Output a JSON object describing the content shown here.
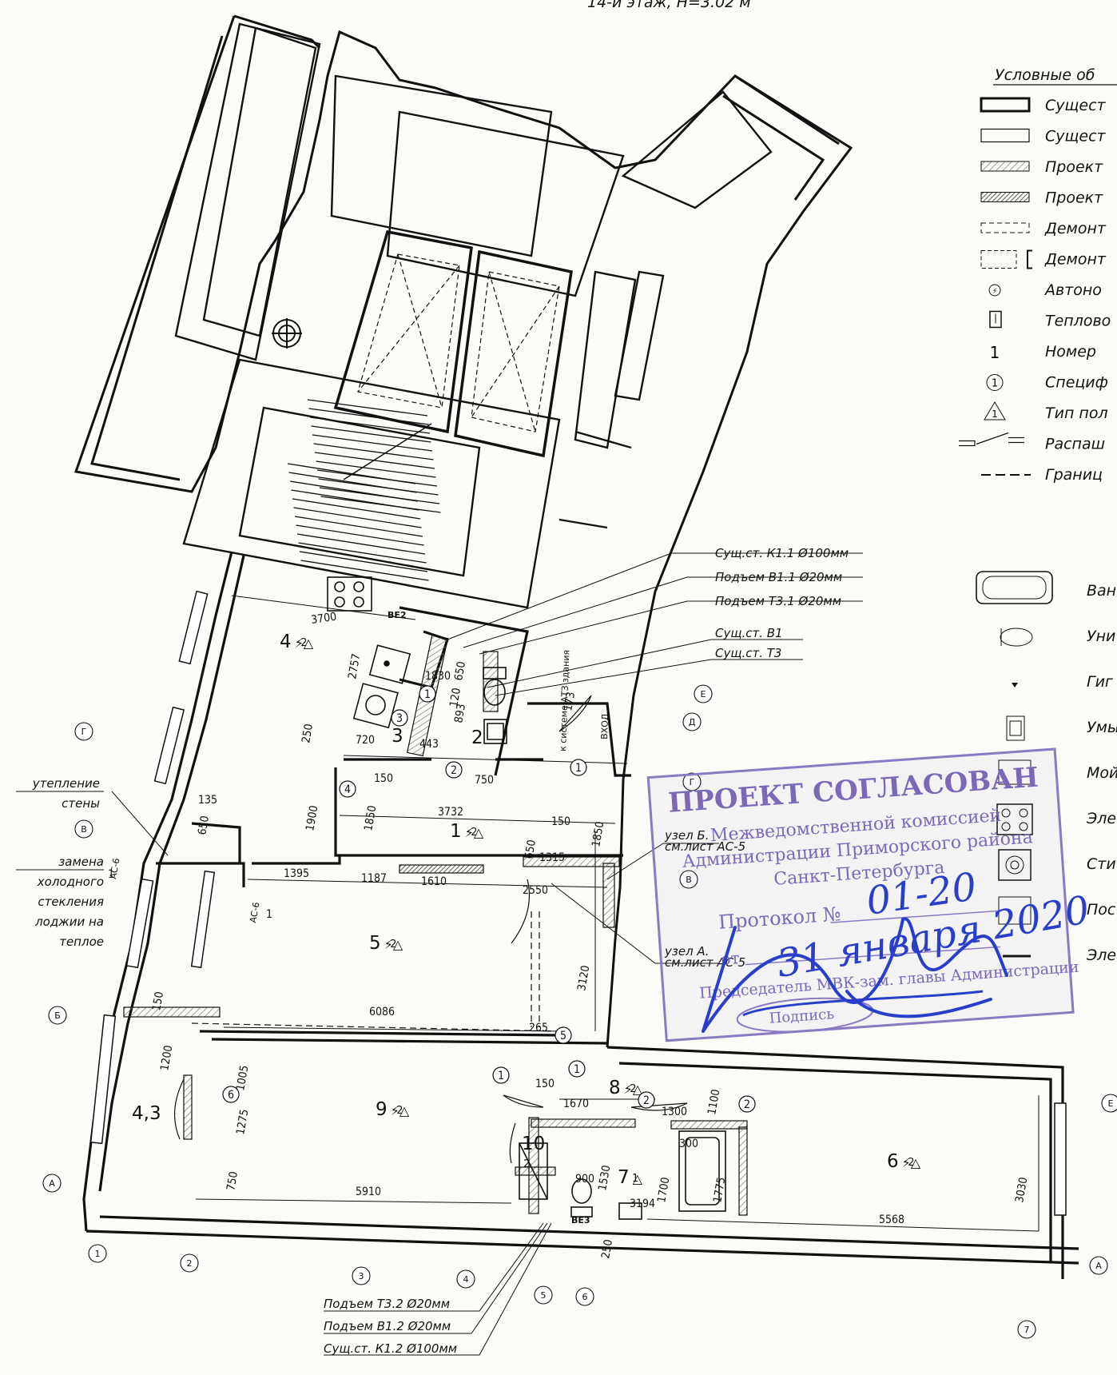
{
  "header": {
    "fragment": "14-й этаж, Н=3.02 м"
  },
  "legend": {
    "title": "Условные об",
    "items": [
      {
        "icon": "thick-rect-icon",
        "label": "Сущест"
      },
      {
        "icon": "thin-rect-icon",
        "label": "Сущест"
      },
      {
        "icon": "hatched-rect-icon",
        "label": "Проект"
      },
      {
        "icon": "dark-hatched-rect-icon",
        "label": "Проект"
      },
      {
        "icon": "dashed-rect-icon",
        "label": "Демонт"
      },
      {
        "icon": "dashed-bracket-icon",
        "label": "Демонт"
      },
      {
        "icon": "detector-icon",
        "label": "Автоно"
      },
      {
        "icon": "thermo-icon",
        "label": "Теплово"
      },
      {
        "icon": "number-icon",
        "label": "Номер",
        "glyph": "1"
      },
      {
        "icon": "circle-number-icon",
        "label": "Специф",
        "glyph": "1"
      },
      {
        "icon": "triangle-icon",
        "label": "Тип пол",
        "glyph": "1"
      },
      {
        "icon": "door-swing-icon",
        "label": "Распаш"
      },
      {
        "icon": "dashed-line-icon",
        "label": "Границ"
      }
    ],
    "fixtures": [
      {
        "icon": "bathtub-icon",
        "label": "Ван"
      },
      {
        "icon": "toilet-icon",
        "label": "Уни"
      },
      {
        "icon": "bidet-icon",
        "label": "Гиг"
      },
      {
        "icon": "washbasin-icon",
        "label": "Умы"
      },
      {
        "icon": "sink-icon",
        "label": "Мой"
      },
      {
        "icon": "stove-icon",
        "label": "Эле"
      },
      {
        "icon": "washing-machine-icon",
        "label": "Сти"
      },
      {
        "icon": "dishwasher-icon",
        "label": "Пос"
      },
      {
        "icon": "electric-icon",
        "label": "Эле"
      }
    ]
  },
  "callouts": {
    "top": [
      "Сущ.ст. К1.1 Ø100мм",
      "Подъем В1.1 Ø20мм",
      "Подъем Т3.1 Ø20мм",
      "Сущ.ст. В1",
      "Сущ.ст. Т3"
    ],
    "bottom": [
      "Подъем Т3.2 Ø20мм",
      "Подъем В1.2 Ø20мм",
      "Сущ.ст. К1.2 Ø100мм"
    ],
    "left": [
      "утепление",
      "стены",
      "замена",
      "холодного",
      "стекления",
      "лоджии на",
      "теплое"
    ],
    "nodeB": [
      "узел Б.",
      "см.лист АС-5"
    ],
    "nodeA": [
      "узел А.",
      "см.лист АС-5"
    ],
    "riser": "к системе АТЗ здания",
    "entry": "ВХОД",
    "be2": "ВЕ2",
    "be3": "ВЕ3",
    "ac6a": "АС-6",
    "ac6b": "АС-6",
    "ac6a_num": "1",
    "ac6b_num": "1"
  },
  "rooms": [
    {
      "id": "room-4",
      "num": "4",
      "type": "2"
    },
    {
      "id": "room-3",
      "num": "3"
    },
    {
      "id": "room-2",
      "num": "2"
    },
    {
      "id": "room-1",
      "num": "1",
      "type": "2"
    },
    {
      "id": "room-5",
      "num": "5",
      "type": "2"
    },
    {
      "id": "room-9",
      "num": "9",
      "type": "2"
    },
    {
      "id": "room-8",
      "num": "8",
      "type": "2"
    },
    {
      "id": "room-10",
      "num": "10",
      "type": "2"
    },
    {
      "id": "room-7",
      "num": "7",
      "type": "1"
    },
    {
      "id": "room-6",
      "num": "6",
      "type": "2"
    },
    {
      "id": "room-4-3",
      "num": "4,3"
    }
  ],
  "dims": [
    "3700",
    "2757",
    "1830",
    "650",
    "120",
    "893",
    "173",
    "720",
    "443",
    "250",
    "150",
    "750",
    "135",
    "650",
    "1900",
    "1850",
    "3732",
    "150",
    "1850",
    "1395",
    "1187",
    "1610",
    "650",
    "1315",
    "2550",
    "3120",
    "150",
    "6086",
    "265",
    "1200",
    "1005",
    "1275",
    "150",
    "1670",
    "1300",
    "1100",
    "300",
    "1530",
    "900",
    "1700",
    "1775",
    "3194",
    "3030",
    "750",
    "5910",
    "5568",
    "250"
  ],
  "spec_marks": [
    "1",
    "1",
    "3",
    "2",
    "4",
    "2",
    "5",
    "6",
    "1",
    "2",
    "1"
  ],
  "axes_rows": [
    "Е",
    "Д",
    "Г",
    "Г",
    "В",
    "В",
    "Б",
    "А",
    "Е",
    "А"
  ],
  "axes_cols": [
    "1",
    "2",
    "3",
    "4",
    "5",
    "6",
    "7"
  ],
  "stamp": {
    "line1": "ПРОЕКТ СОГЛАСОВАН",
    "line2": "Межведомственной комиссией",
    "line3": "Администрации Приморского района",
    "line4": "Санкт-Петербурга",
    "protocol_label": "Протокол №",
    "from_label": "от",
    "chair": "Председатель МВК-зам. главы Администрации",
    "sign_label": "Подпись"
  },
  "handwriting": {
    "protocol_no": "01-20",
    "date": "31 января 2020"
  }
}
